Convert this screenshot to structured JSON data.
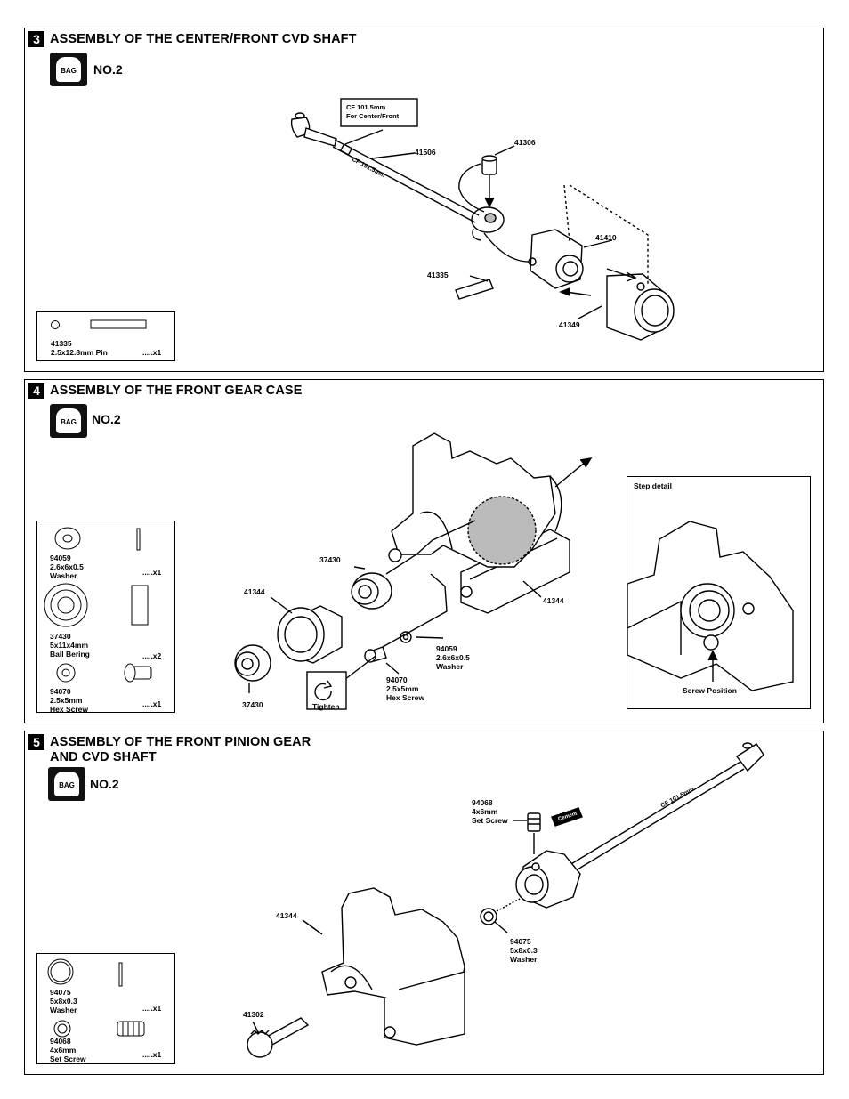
{
  "steps": [
    {
      "number": "3",
      "title": "ASSEMBLY OF THE CENTER/FRONT CVD SHAFT",
      "bag_label": "BAG",
      "bag_no": "NO.2",
      "shaft_note": "CF 101.5mm\nFor Center/Front",
      "shaft_print": "CF 101.5mm",
      "callouts": {
        "p41506": "41506",
        "p41306": "41306",
        "p41410": "41410",
        "p41335": "41335",
        "p41349": "41349"
      },
      "parts": [
        {
          "code": "41335",
          "desc": "2.5x12.8mm Pin",
          "qty": ".....x1"
        }
      ]
    },
    {
      "number": "4",
      "title": "ASSEMBLY OF THE FRONT GEAR CASE",
      "bag_label": "BAG",
      "bag_no": "NO.2",
      "callouts": {
        "p37430a": "37430",
        "p41344a": "41344",
        "p41344b": "41344",
        "p37430b": "37430",
        "p94059": "94059\n2.6x6x0.5\nWasher",
        "p94070": "94070\n2.5x5mm\nHex Screw",
        "tighten": "Tighten"
      },
      "detail_title": "Step detail",
      "detail_note": "Screw Position",
      "parts": [
        {
          "code": "94059",
          "desc": "2.6x6x0.5\nWasher",
          "qty": ".....x1"
        },
        {
          "code": "37430",
          "desc": "5x11x4mm\nBall Bering",
          "qty": ".....x2"
        },
        {
          "code": "94070",
          "desc": "2.5x5mm\nHex Screw",
          "qty": ".....x1"
        }
      ]
    },
    {
      "number": "5",
      "title": "ASSEMBLY OF THE FRONT PINION GEAR\nAND CVD SHAFT",
      "bag_label": "BAG",
      "bag_no": "NO.2",
      "shaft_print": "CF 101.5mm",
      "screw_tag": "Screw\nCement",
      "callouts": {
        "p94068": "94068\n4x6mm\nSet Screw",
        "p41344": "41344",
        "p94075": "94075\n5x8x0.3\nWasher",
        "p41302": "41302"
      },
      "parts": [
        {
          "code": "94075",
          "desc": "5x8x0.3\nWasher",
          "qty": ".....x1"
        },
        {
          "code": "94068",
          "desc": "4x6mm\nSet Screw",
          "qty": ".....x1"
        }
      ]
    }
  ]
}
